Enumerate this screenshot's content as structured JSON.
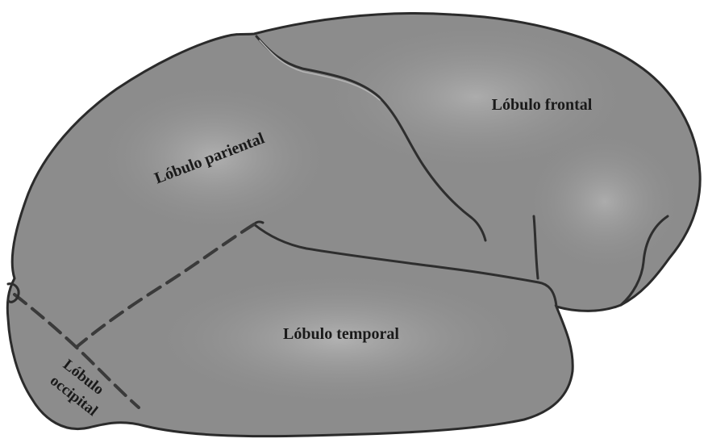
{
  "labels": {
    "frontal": "Lóbulo frontal",
    "parietal": "Lóbulo pariental",
    "temporal": "Lóbulo temporal",
    "occipital_line1": "Lóbulo",
    "occipital_line2": "occipital"
  },
  "colors": {
    "brain_fill": "#8c8c8c",
    "brain_highlight": "#a8a8a8",
    "outline": "#2b2b2b",
    "sulcus": "#2e2e2e",
    "sulcus_light": "#b5b5b5",
    "label_text": "#1a1a1a"
  }
}
